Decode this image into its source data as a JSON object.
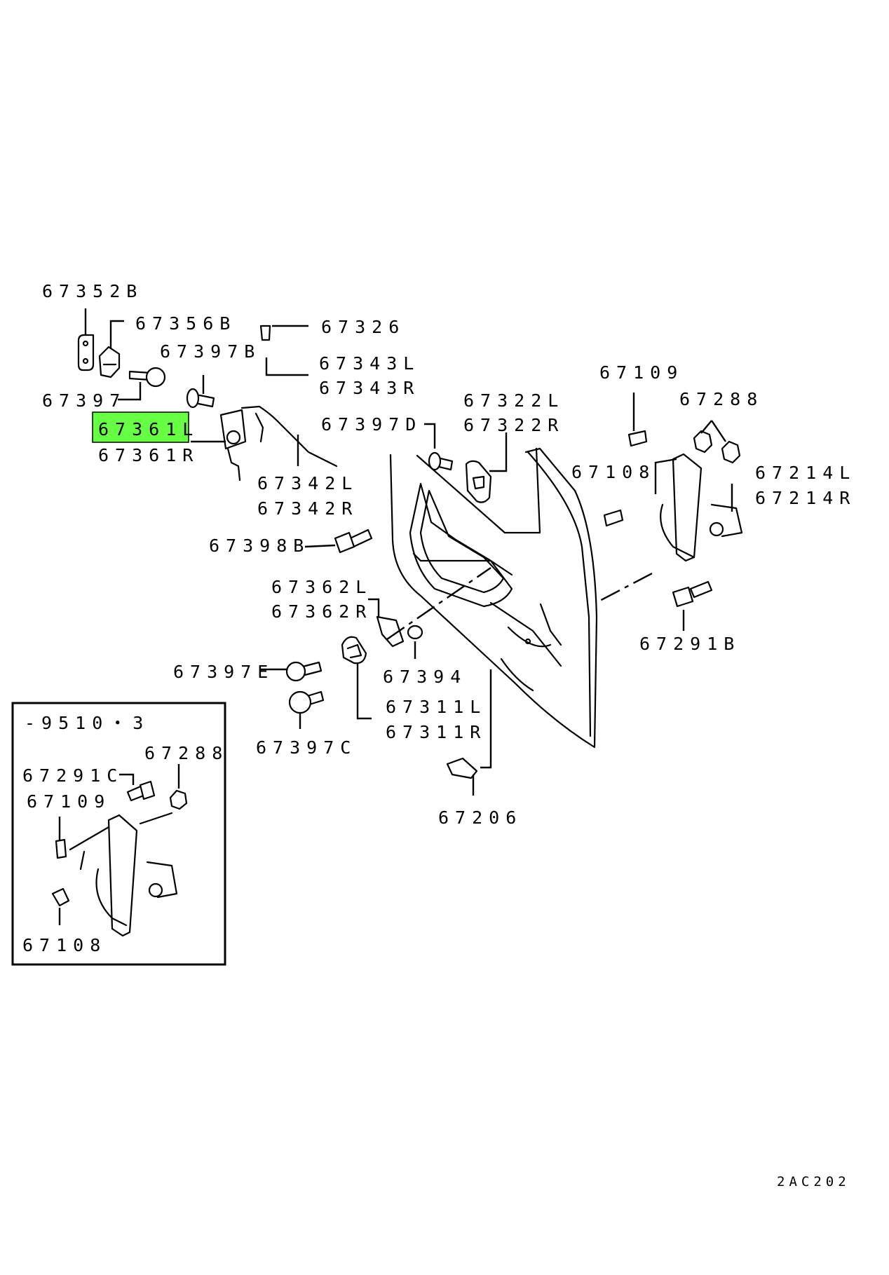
{
  "colors": {
    "highlight": "#66ff44",
    "ink": "#000000",
    "background": "#ffffff"
  },
  "callouts": {
    "p67352B": "67352B",
    "p67356B": "67356B",
    "p67326": "67326",
    "p67397B": "67397B",
    "p67343L": "67343L",
    "p67343R": "67343R",
    "p67397": "67397",
    "p67361L": "67361L",
    "p67361R": "67361R",
    "p67342L": "67342L",
    "p67342R": "67342R",
    "p67397D": "67397D",
    "p67322L": "67322L",
    "p67322R": "67322R",
    "p67109": "67109",
    "p67288": "67288",
    "p67108": "67108",
    "p67214L": "67214L",
    "p67214R": "67214R",
    "p67398B": "67398B",
    "p67362L": "67362L",
    "p67362R": "67362R",
    "p67291B": "67291B",
    "p67397E": "67397E",
    "p67394": "67394",
    "p67311L": "67311L",
    "p67311R": "67311R",
    "p67397C": "67397C",
    "p67206": "67206"
  },
  "inset": {
    "date_code": "-9510・3",
    "p67288": "67288",
    "p67291C": "67291C",
    "p67109": "67109",
    "p67108": "67108"
  },
  "highlighted_part": "67361L",
  "diagram_code": "2AC202"
}
